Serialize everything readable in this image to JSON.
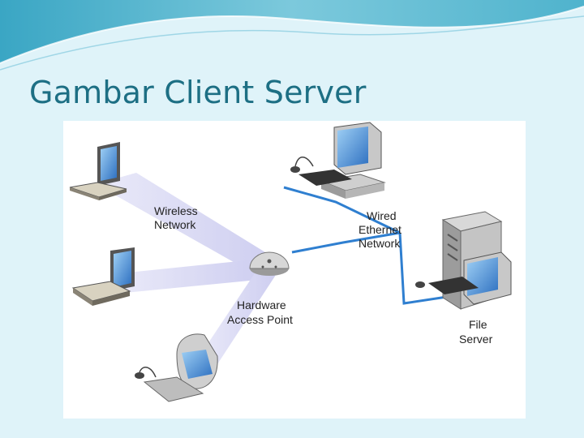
{
  "slide": {
    "title": "Gambar Client Server"
  },
  "diagram": {
    "labels": {
      "wireless_line1": "Wireless",
      "wireless_line2": "Network",
      "wired_line1": "Wired",
      "wired_line2": "Ethernet",
      "wired_line3": "Network",
      "ap_line1": "Hardware",
      "ap_line2": "Access Point",
      "server_line1": "File",
      "server_line2": "Server"
    }
  },
  "colors": {
    "title": "#1d6f84",
    "background": "#dff3f9",
    "wired_link": "#2f7fd0",
    "wireless_beam": "#c9c9ef"
  }
}
